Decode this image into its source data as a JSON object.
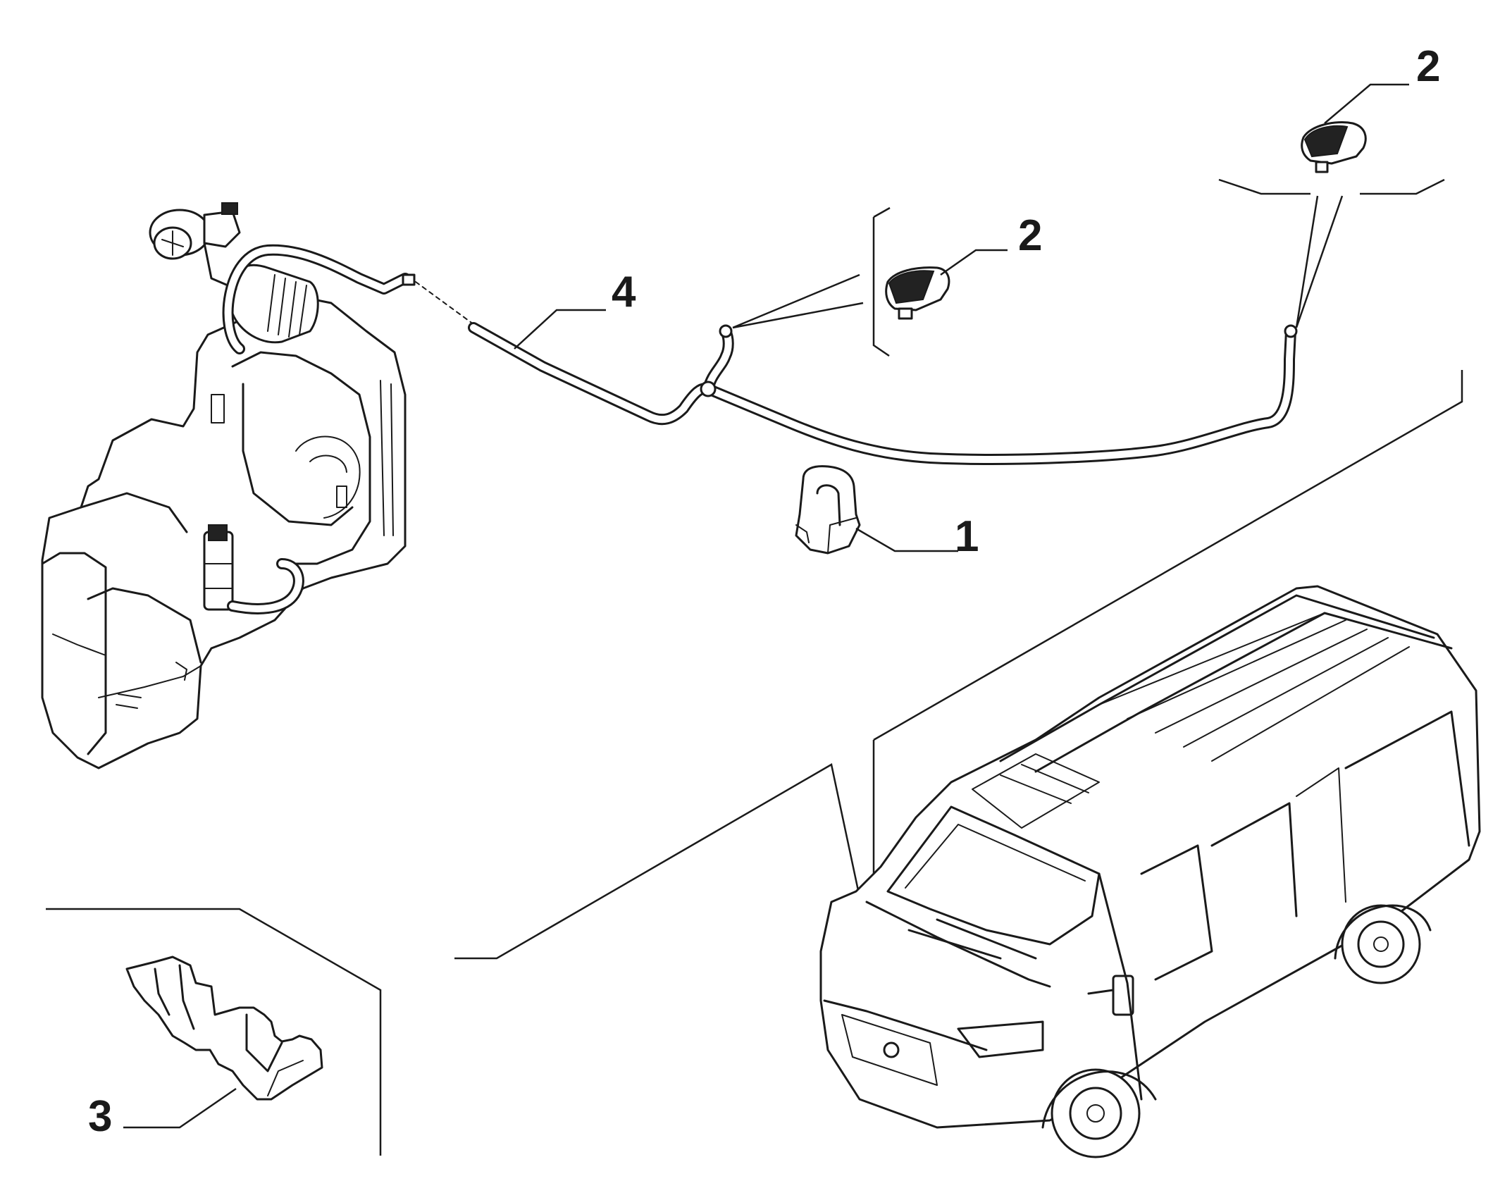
{
  "callouts": {
    "c1": "1",
    "c2a": "2",
    "c2b": "2",
    "c3": "3",
    "c4": "4"
  },
  "colors": {
    "ink": "#1a1a1a",
    "background": "#ffffff"
  }
}
